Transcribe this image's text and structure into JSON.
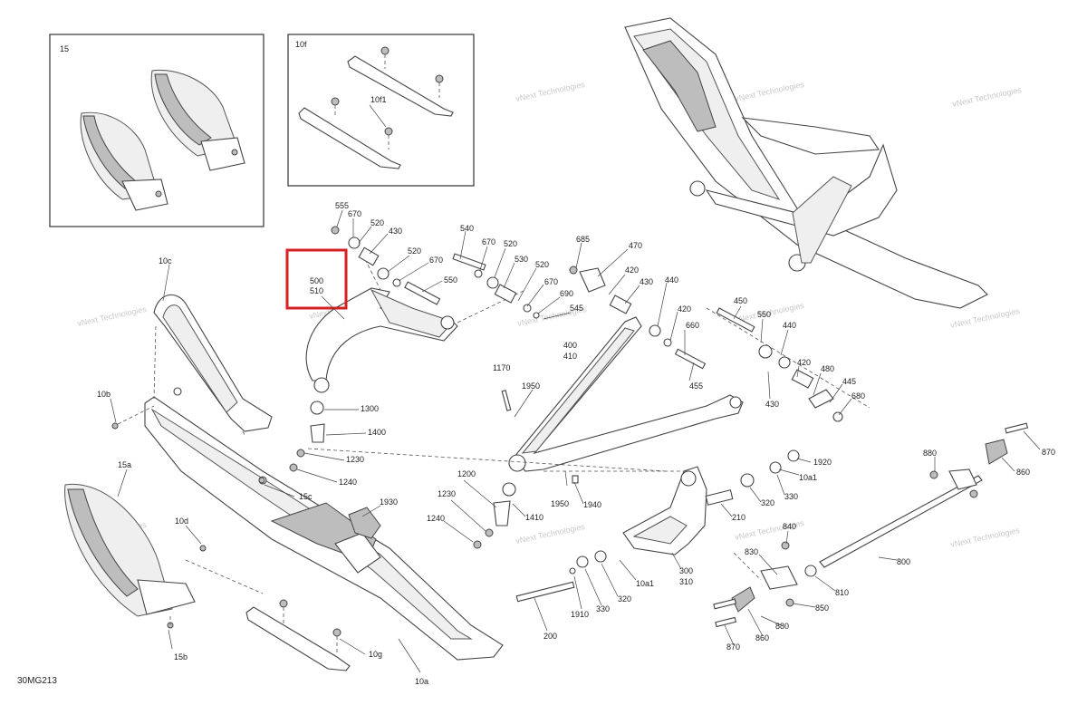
{
  "diagram_code": "30MG213",
  "watermark": "vNext Technologies",
  "highlight_color": "#d42020",
  "highlight": {
    "lines": [
      "500",
      "510"
    ]
  },
  "insets": [
    {
      "label": "15"
    },
    {
      "label": "10f",
      "sub_label": "10f1"
    }
  ],
  "callouts": {
    "c10c": "10c",
    "c10b": "10b",
    "c15a": "15a",
    "c10d": "10d",
    "c15b": "15b",
    "c15c": "15c",
    "c10g": "10g",
    "c10a": "10a",
    "c1930": "1930",
    "c555": "555",
    "c670a": "670",
    "c520a": "520",
    "c430a": "430",
    "c520b": "520",
    "c670b": "670",
    "c550": "550",
    "c540": "540",
    "c670c": "670",
    "c520c": "520",
    "c530": "530",
    "c520d": "520",
    "c670d": "670",
    "c690": "690",
    "c545": "545",
    "c685": "685",
    "c470": "470",
    "c420a": "420",
    "c430b": "430",
    "c440a": "440",
    "c420b": "420",
    "c660": "660",
    "c455": "455",
    "c450": "450",
    "c550b": "550",
    "c440b": "440",
    "c420c": "420",
    "c480": "480",
    "c445": "445",
    "c430c": "430",
    "c680": "680",
    "c1300": "1300",
    "c1400": "1400",
    "c1230a": "1230",
    "c1240a": "1240",
    "c400": "400",
    "c410": "410",
    "c1170": "1170",
    "c1950a": "1950",
    "c1200": "1200",
    "c1230b": "1230",
    "c1240b": "1240",
    "c1410": "1410",
    "c1950b": "1950",
    "c1940": "1940",
    "c1920": "1920",
    "c10a1a": "10a1",
    "c330a": "330",
    "c320a": "320",
    "c210": "210",
    "c300": "300",
    "c310": "310",
    "c10a1b": "10a1",
    "c330b": "330",
    "c320b": "320",
    "c1910": "1910",
    "c200": "200",
    "c880a": "880",
    "c870a": "870",
    "c860a": "860",
    "c800": "800",
    "c840": "840",
    "c830": "830",
    "c810": "810",
    "c850": "850",
    "c880b": "880",
    "c860b": "860",
    "c870b": "870"
  }
}
